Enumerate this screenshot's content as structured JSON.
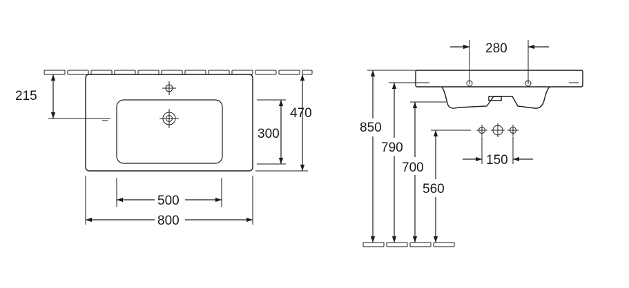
{
  "diagram": {
    "title": "Washbasin technical drawing",
    "front_view": {
      "dimensions": {
        "side_height": "215",
        "bowl_depth": "300",
        "overall_depth": "470",
        "bowl_width": "500",
        "overall_width": "800"
      }
    },
    "side_view": {
      "dimensions": {
        "tap_hole_spacing": "280",
        "rim_height": "850",
        "overflow_height": "790",
        "underside_height": "700",
        "pipe_height": "560",
        "valve_spacing": "150"
      }
    }
  }
}
